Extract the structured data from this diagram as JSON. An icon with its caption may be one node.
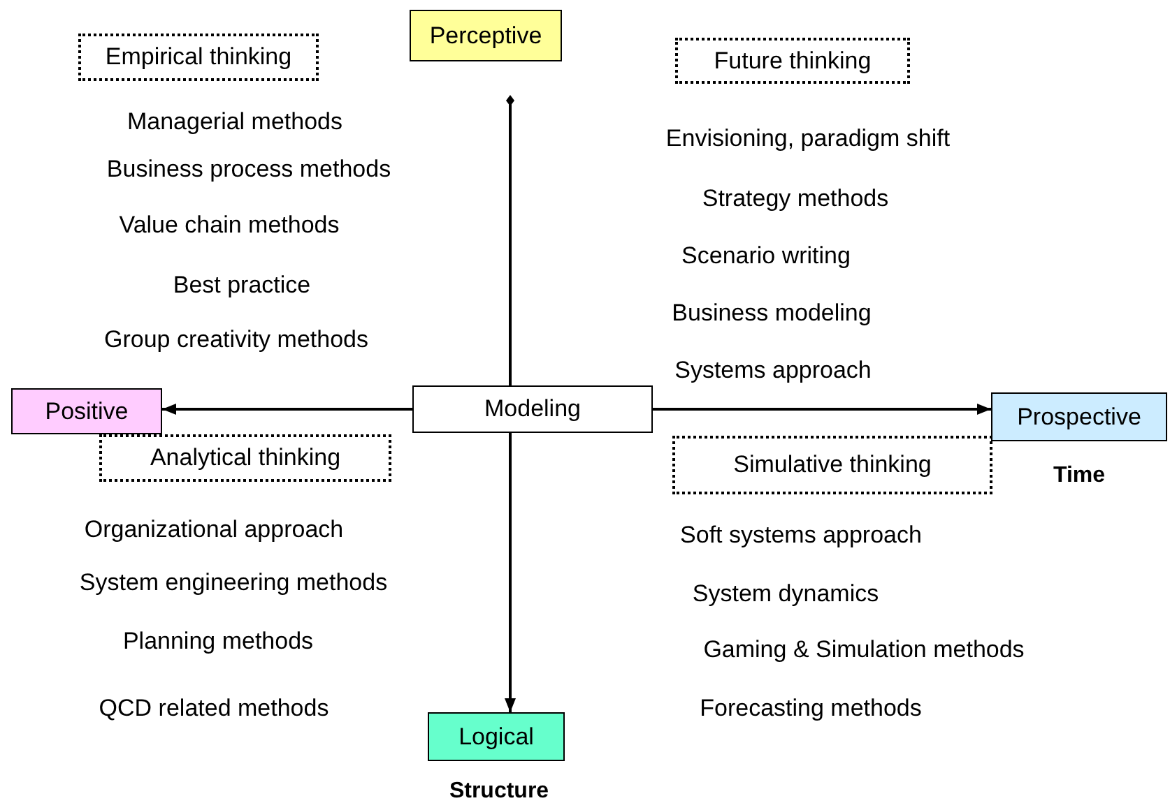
{
  "diagram": {
    "nodes": [
      {
        "text": [
          "Perceptive"
        ]
      },
      {
        "text": [
          "Empirical thinking"
        ]
      },
      {
        "text": [
          "Future thinking"
        ]
      },
      {
        "text": [
          "Modeling"
        ]
      },
      {
        "text": [
          "Positive"
        ]
      },
      {
        "text": [
          "Prospective"
        ],
        "beside": [
          "Time"
        ]
      },
      {
        "text": [
          "Analytical thinking"
        ]
      },
      {
        "text": [
          "Simulative thinking"
        ]
      },
      {
        "text": [
          "Logical"
        ],
        "beside": [
          "Structure"
        ]
      }
    ],
    "edges": [
      {
        "from": 3,
        "to": 4,
        "arrow": "to"
      },
      {
        "from": 3,
        "to": 5,
        "arrow": "to"
      },
      {
        "from": 3,
        "to": 8,
        "arrow": "to"
      },
      {
        "from": 3,
        "to": 0,
        "arrow": "other"
      }
    ],
    "labels": [
      "Managerial methods",
      "Business process methods",
      "Value chain methods",
      "Best practice",
      "Group creativity methods",
      "Envisioning, paradigm shift",
      "Strategy methods",
      "Scenario writing",
      "Business modeling",
      "Systems approach",
      "Organizational approach",
      "System engineering methods",
      "Planning methods",
      "QCD related methods",
      "Soft systems approach",
      "System dynamics",
      "Gaming & Simulation methods",
      "Forecasting methods"
    ]
  }
}
